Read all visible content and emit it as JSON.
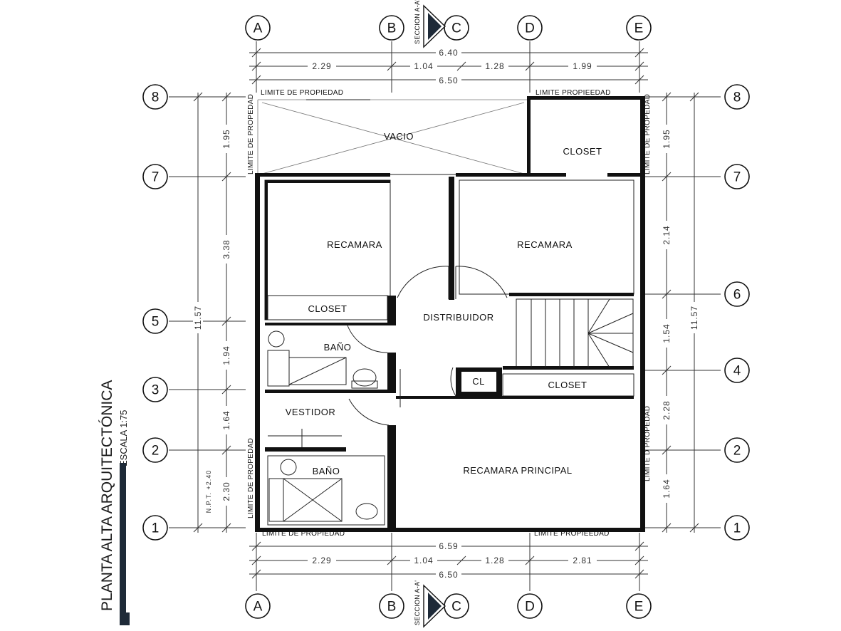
{
  "title": "PLANTA ALTA ARQUITECTÓNICA",
  "scale": "ESCALA 1:75",
  "section_label": "SECCION A-A'",
  "grid_cols": [
    "A",
    "B",
    "C",
    "D",
    "E"
  ],
  "grid_rows": [
    "8",
    "7",
    "6",
    "5",
    "4",
    "3",
    "2",
    "1"
  ],
  "rooms": {
    "vacio": "VACIO",
    "closet_top": "CLOSET",
    "recamara_left": "RECAMARA",
    "recamara_right": "RECAMARA",
    "closet_left": "CLOSET",
    "distribuidor": "DISTRIBUIDOR",
    "bano_top": "BAÑO",
    "cl": "CL",
    "closet_right": "CLOSET",
    "vestidor": "VESTIDOR",
    "bano_bottom": "BAÑO",
    "recamara_principal": "RECAMARA PRINCIPAL"
  },
  "limits": {
    "top_left": "LIMITE DE PROPIEDAD",
    "top_right": "LIMITE PROPIEEDAD",
    "bottom_left": "LIMITE DE PROPIEDAD",
    "bottom_right": "LIMITE PROPIEEDAD",
    "left_top": "LIMITE DE PROPEDAD",
    "left_bottom": "LIMITE DE PROPEDAD",
    "right_top": "LIMITE DE PROPEDAD",
    "right_bottom": "LIMITE D PROPEDAD"
  },
  "dims_top": {
    "overall_a": "6.40",
    "ab": "2.29",
    "bc": "1.04",
    "cd": "1.28",
    "de": "1.99",
    "overall_b": "6.50"
  },
  "dims_bottom": {
    "overall_a": "6.59",
    "ab": "2.29",
    "bc": "1.04",
    "cd": "1.28",
    "de": "2.81",
    "overall_b": "6.50"
  },
  "dims_left": {
    "r87": "1.95",
    "r75": "3.38",
    "r53": "1.94",
    "r32": "1.64",
    "r21": "2.30",
    "total": "11.57",
    "level": "N.P.T. +2.40"
  },
  "dims_right": {
    "r87": "1.95",
    "r76": "2.14",
    "r64": "1.54",
    "r42": "2.28",
    "r21": "1.64",
    "total": "11.57"
  }
}
